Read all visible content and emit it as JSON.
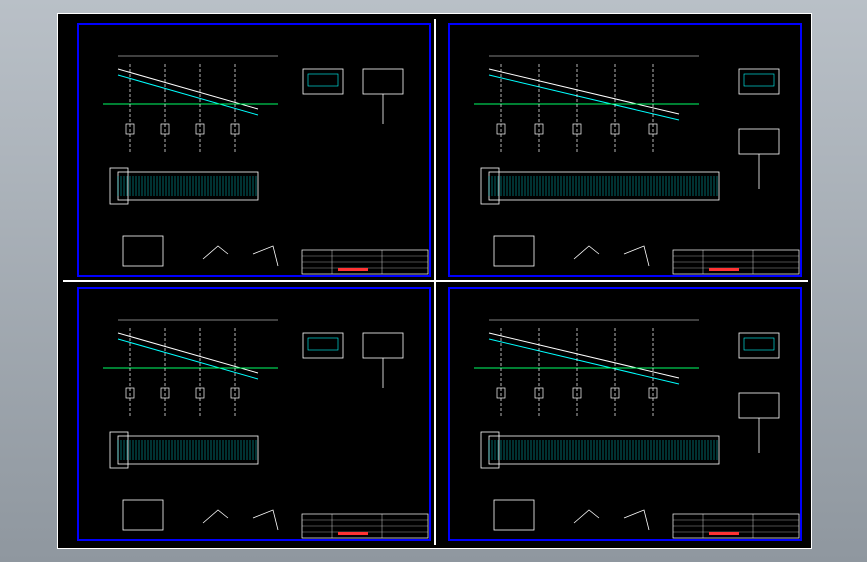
{
  "viewer": {
    "background_color": "#000000",
    "sheet_frame_color": "#ffffff",
    "border_color": "#0000ff",
    "line_color": "#ffffff",
    "accent_color": "#00ffff",
    "ground_color": "#00ff66",
    "title_block_accent": "#ff3333"
  },
  "sheets": [
    {
      "id": "sheet-1",
      "content": "drawing"
    },
    {
      "id": "sheet-2",
      "content": "drawing"
    },
    {
      "id": "sheet-3",
      "content": "drawing"
    },
    {
      "id": "sheet-4",
      "content": "drawing"
    }
  ]
}
